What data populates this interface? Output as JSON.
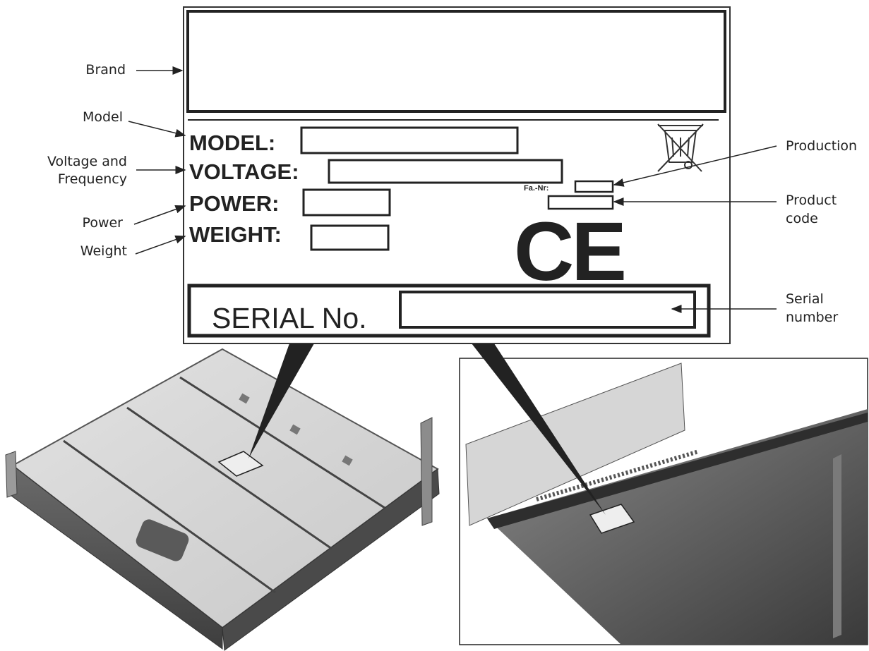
{
  "callouts": {
    "brand": "Brand",
    "model": "Model",
    "voltage_line1": "Voltage and",
    "voltage_line2": "Frequency",
    "power": "Power",
    "weight": "Weight",
    "production": "Production",
    "product_code_line1": "Product",
    "product_code_line2": "code",
    "serial_line1": "Serial",
    "serial_line2": "number"
  },
  "plate": {
    "model_label": "MODEL:",
    "voltage_label": "VOLTAGE:",
    "power_label": "POWER:",
    "weight_label": "WEIGHT:",
    "fa_nr_label": "Fa.-Nr:",
    "serial_label": "SERIAL No.",
    "ce_mark": "CE",
    "weee_symbol": "crossed-out-wheelie-bin-icon"
  },
  "colors": {
    "ink": "#222222",
    "device_light": "#d4d4d4",
    "device_dark": "#5a5a5a"
  }
}
